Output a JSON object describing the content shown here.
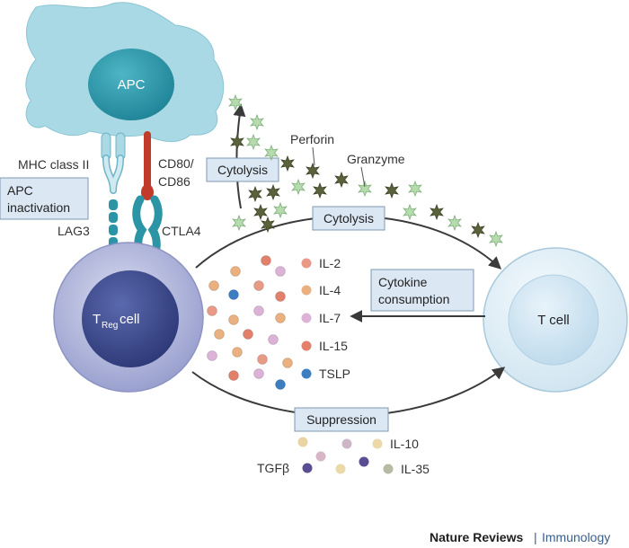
{
  "cells": {
    "apc": "APC",
    "treg_prefix": "T",
    "treg_sub": "Reg",
    "treg_suffix": " cell",
    "tcell": "T cell"
  },
  "receptors": {
    "mhc": "MHC class II",
    "cd80_line1": "CD80/",
    "cd80_line2": "CD86",
    "lag3": "LAG3",
    "ctla4": "CTLA4"
  },
  "mechanisms": {
    "apc_inactivation_line1": "APC",
    "apc_inactivation_line2": "inactivation",
    "cytolysis_top": "Cytolysis",
    "cytolysis_mid": "Cytolysis",
    "cytokine_line1": "Cytokine",
    "cytokine_line2": "consumption",
    "suppression": "Suppression"
  },
  "molecules": {
    "perforin": "Perforin",
    "granzyme": "Granzyme"
  },
  "cytokines": {
    "il2": "IL-2",
    "il4": "IL-4",
    "il7": "IL-7",
    "il15": "IL-15",
    "tslp": "TSLP"
  },
  "suppressive": {
    "il10": "IL-10",
    "tgfb": "TGFβ",
    "il35": "IL-35"
  },
  "credit": {
    "journal": "Nature Reviews",
    "separator": "|",
    "section": "Immunology"
  },
  "colors": {
    "apc_body": "#a9d9e4",
    "apc_nucleus": "#2f9fb2",
    "treg_outer": "#c4c9e6",
    "treg_nucleus": "#3f4d94",
    "tcell_outer": "#e8f3f9",
    "tcell_nucleus": "#d2e7f3",
    "ctla4_teal": "#2b95a6",
    "cd80_red": "#c23a2a",
    "star_dark": "#59623a",
    "star_light": "#b6dcae"
  }
}
